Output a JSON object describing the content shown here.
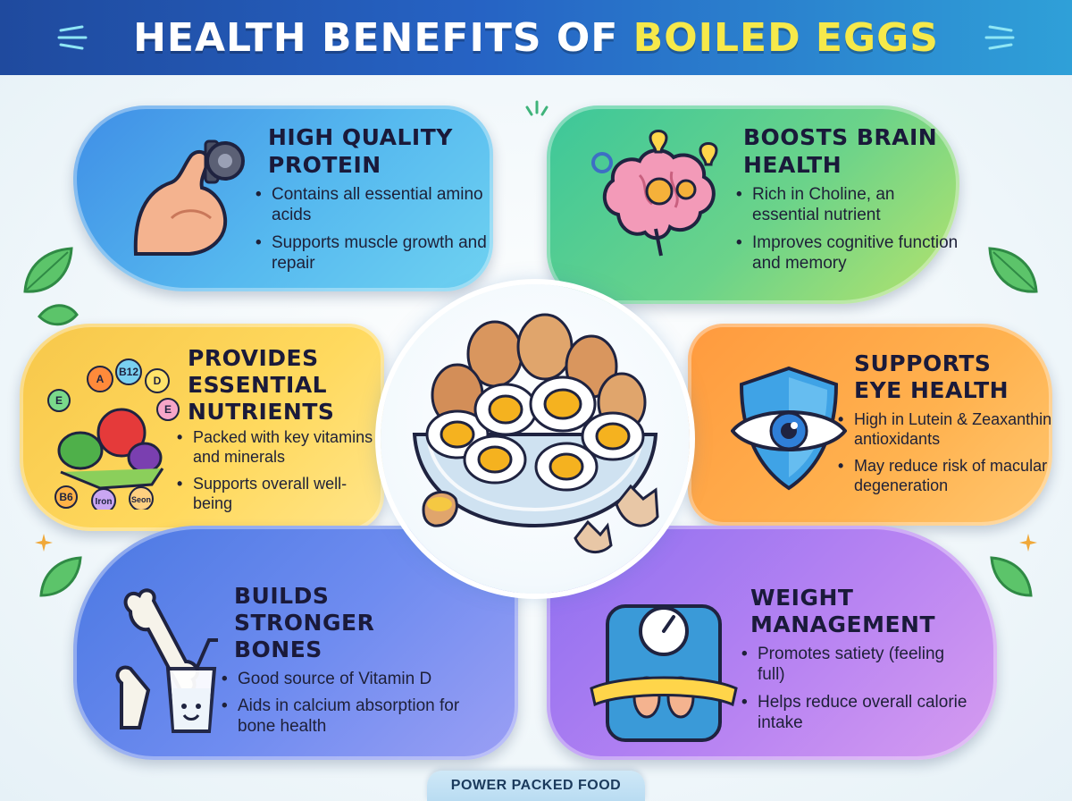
{
  "header": {
    "title_main": "HEALTH BENEFITS OF ",
    "title_highlight": "BOILED EGGS"
  },
  "colors": {
    "header_start": "#1f4a9e",
    "header_end": "#2fa0d8",
    "title_highlight": "#f6e94a",
    "protein_card": "#4fa9ec",
    "brain_card": "#6bd38a",
    "nutrients_card": "#ffd95e",
    "eye_card": "#ffb24f",
    "bones_card": "#6f8cf0",
    "weight_card": "#b783f2"
  },
  "cards": {
    "protein": {
      "title": "HIGH QUALITY PROTEIN",
      "bullets": [
        "Contains all essential amino acids",
        "Supports muscle growth and repair"
      ],
      "icon": "flexed-arm-dumbbell-icon"
    },
    "brain": {
      "title": "BOOSTS BRAIN HEALTH",
      "bullets": [
        "Rich in Choline, an essential nutrient",
        "Improves cognitive function and memory"
      ],
      "icon": "brain-gears-icon"
    },
    "nutrients": {
      "title": "PROVIDES ESSENTIAL NUTRIENTS",
      "bullets": [
        "Packed with key vitamins and minerals",
        "Supports overall well-being"
      ],
      "icon": "vitamins-vegetables-icon",
      "vitamin_labels": [
        "A",
        "B12",
        "D",
        "E",
        "E",
        "B6",
        "Iron",
        "Seon"
      ]
    },
    "eye": {
      "title": "SUPPORTS EYE HEALTH",
      "bullets": [
        "High in Lutein & Zeaxanthin antioxidants",
        "May reduce risk of macular degeneration"
      ],
      "icon": "eye-shield-icon"
    },
    "bones": {
      "title": "BUILDS STRONGER BONES",
      "bullets": [
        "Good source of Vitamin D",
        "Aids in calcium absorption for bone health"
      ],
      "icon": "bone-milk-icon"
    },
    "weight": {
      "title": "WEIGHT MANAGEMENT",
      "bullets": [
        "Promotes satiety (feeling full)",
        "Helps reduce overall calorie intake"
      ],
      "icon": "scale-measuring-tape-icon"
    }
  },
  "center": {
    "icon": "bowl-of-boiled-eggs-icon"
  },
  "footer": {
    "label": "POWER PACKED FOOD"
  }
}
